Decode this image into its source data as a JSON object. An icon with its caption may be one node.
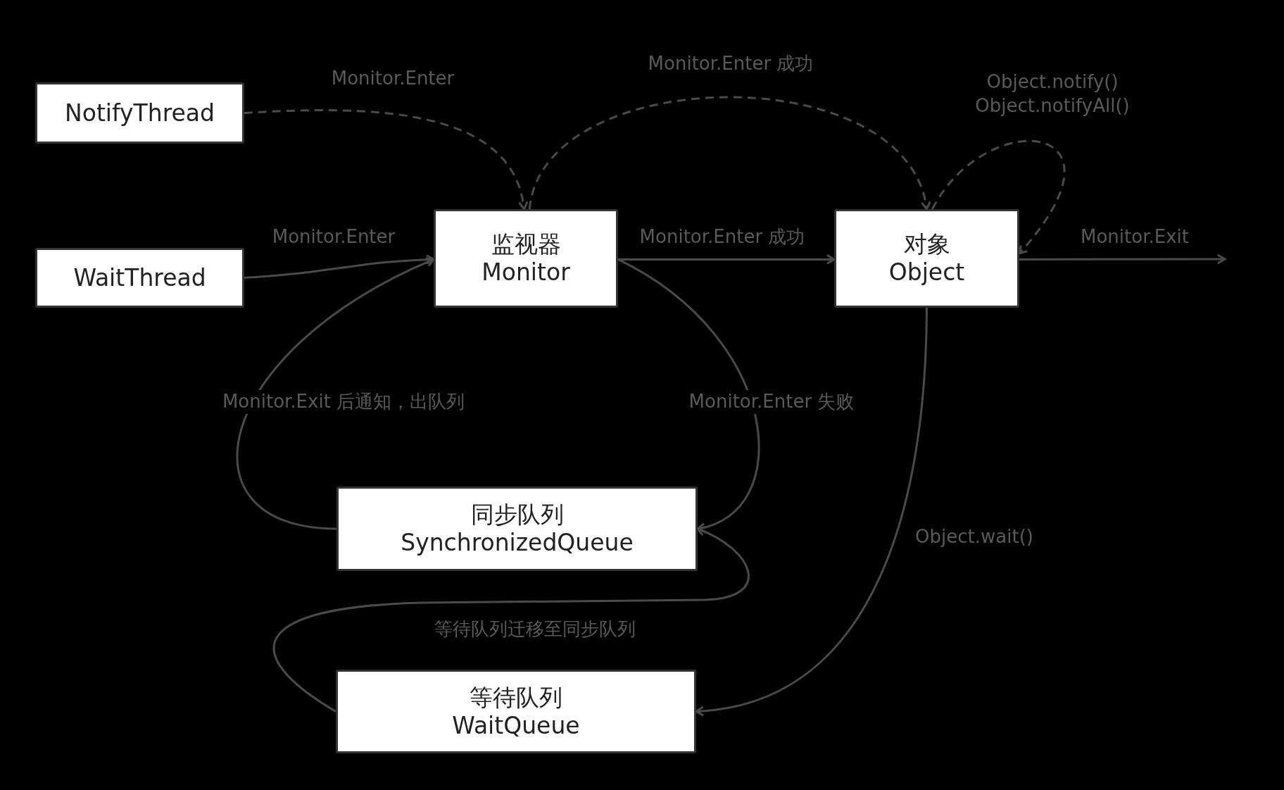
{
  "diagram": {
    "nodes": [
      {
        "text": [
          "NotifyThread"
        ]
      },
      {
        "text": [
          "WaitThread"
        ]
      },
      {
        "text": [
          "监视器",
          "Monitor"
        ]
      },
      {
        "text": [
          "对象",
          "Object"
        ]
      },
      {
        "text": [
          "同步队列",
          "SynchronizedQueue"
        ]
      },
      {
        "text": [
          "等待队列",
          "WaitQueue"
        ]
      }
    ],
    "edges": [
      {
        "from": 0,
        "to": 2,
        "arrow": "to",
        "style": "dashed",
        "label": "Monitor.Enter"
      },
      {
        "from": 2,
        "to": 3,
        "arrow": "to",
        "style": "dashed",
        "label": "Monitor.Enter 成功"
      },
      {
        "from": 3,
        "to": 3,
        "arrow": "to",
        "style": "dashed",
        "label": "Object.notify() Object.notifyAll()"
      },
      {
        "from": 1,
        "to": 2,
        "arrow": "to",
        "label": "Monitor.Enter"
      },
      {
        "from": 2,
        "to": 3,
        "arrow": "to",
        "label": "Monitor.Enter 成功"
      },
      {
        "from": 3,
        "to": null,
        "arrow": "to",
        "label": "Monitor.Exit"
      },
      {
        "from": 2,
        "to": 4,
        "arrow": "to",
        "label": "Monitor.Enter 失败"
      },
      {
        "from": 4,
        "to": 2,
        "arrow": "to",
        "label": "Monitor.Exit 后通知，出队列"
      },
      {
        "from": 3,
        "to": 5,
        "arrow": "to",
        "label": "Object.wait()"
      },
      {
        "from": 5,
        "to": 4,
        "arrow": "to",
        "label": "等待队列迁移至同步队列"
      }
    ]
  }
}
